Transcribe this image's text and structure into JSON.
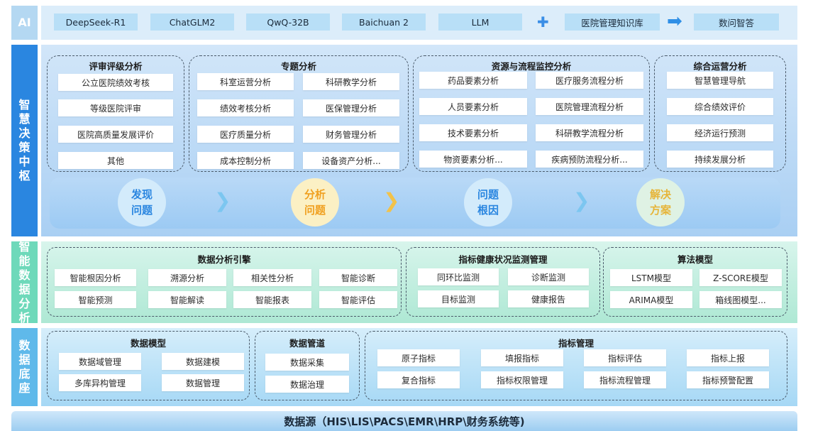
{
  "ai_row": {
    "label": "AI",
    "models": [
      "DeepSeek-R1",
      "ChatGLM2",
      "QwQ-32B",
      "Baichuan 2",
      "LLM"
    ],
    "plus": "✚",
    "knowledge_base": "医院管理知识库",
    "arrow": "➡",
    "result": "数问智答"
  },
  "decision": {
    "label": "智慧决策中枢",
    "groups": {
      "review": {
        "title": "评审评级分析",
        "items": [
          "公立医院绩效考核",
          "等级医院评审",
          "医院高质量发展评价",
          "其他"
        ]
      },
      "topic": {
        "title": "专题分析",
        "items": [
          "科室运营分析",
          "科研教学分析",
          "绩效考核分析",
          "医保管理分析",
          "医疗质量分析",
          "财务管理分析",
          "成本控制分析",
          "设备资产分析..."
        ]
      },
      "resource": {
        "title": "资源与流程监控分析",
        "items": [
          "药品要素分析",
          "医疗服务流程分析",
          "人员要素分析",
          "医院管理流程分析",
          "技术要素分析",
          "科研教学流程分析",
          "物资要素分析...",
          "疾病预防流程分析..."
        ]
      },
      "ops": {
        "title": "综合运营分析",
        "items": [
          "智慧管理导航",
          "综合绩效评价",
          "经济运行预测",
          "持续发展分析"
        ]
      }
    },
    "flow": [
      {
        "line1": "发现",
        "line2": "问题"
      },
      {
        "line1": "分析",
        "line2": "问题"
      },
      {
        "line1": "问题",
        "line2": "根因"
      },
      {
        "line1": "解决",
        "line2": "方案"
      }
    ],
    "chevron": "❯"
  },
  "analysis": {
    "label": "智能数据分析",
    "engine": {
      "title": "数据分析引擎",
      "items": [
        "智能根因分析",
        "溯源分析",
        "相关性分析",
        "智能诊断",
        "智能预测",
        "智能解读",
        "智能报表",
        "智能评估"
      ]
    },
    "health": {
      "title": "指标健康状况监测管理",
      "items": [
        "同环比监测",
        "诊断监测",
        "目标监测",
        "健康报告"
      ]
    },
    "algo": {
      "title": "算法模型",
      "items": [
        "LSTM模型",
        "Z-SCORE模型",
        "ARIMA模型",
        "箱线图模型..."
      ]
    }
  },
  "base": {
    "label": "数据底座",
    "model": {
      "title": "数据模型",
      "items": [
        "数据域管理",
        "数据建模",
        "多库异构管理",
        "数据管理"
      ]
    },
    "pipeline": {
      "title": "数据管道",
      "items": [
        "数据采集",
        "数据治理"
      ]
    },
    "indicator": {
      "title": "指标管理",
      "items": [
        "原子指标",
        "填报指标",
        "指标评估",
        "指标上报",
        "复合指标",
        "指标权限管理",
        "指标流程管理",
        "指标预警配置"
      ]
    }
  },
  "source": {
    "label": "数据源（HIS\\LIS\\PACS\\EMR\\HRP\\财务系统等)"
  },
  "colors": {
    "ai_bar": "#b4d8f2",
    "decision_bar": "#2a86e0",
    "analysis_bar": "#6ed9ba",
    "base_bar": "#5fb9ea",
    "source_bar": "#9ccdf1"
  }
}
